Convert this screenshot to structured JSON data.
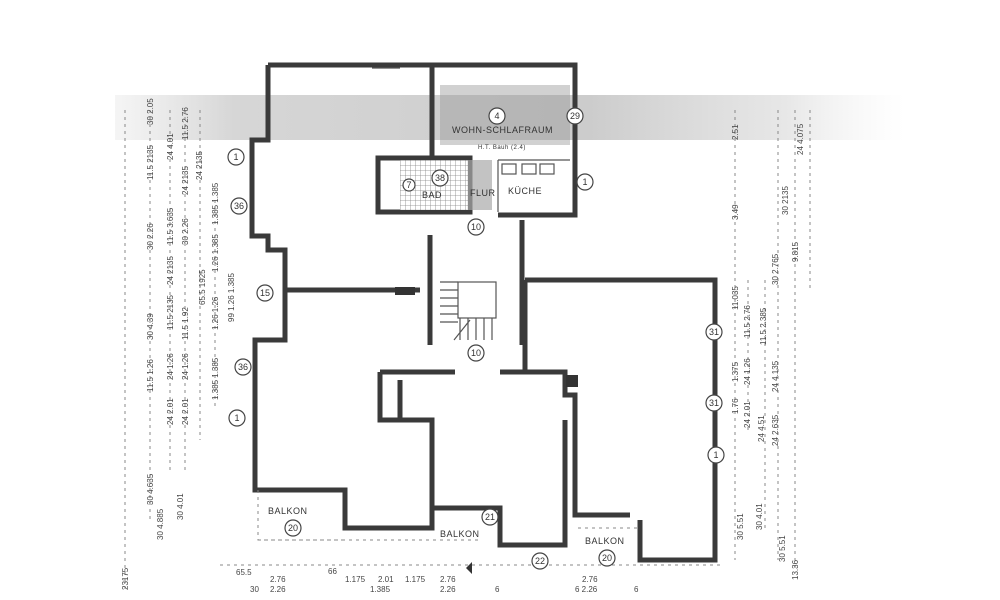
{
  "rooms": {
    "living_sleeping": "WOHN-SCHLAFRAUM",
    "bath": "BAD",
    "hall": "FLUR",
    "kitchen": "KÜCHE",
    "balcony_1": "BALKON",
    "balcony_2": "BALKON",
    "balcony_3": "BALKON",
    "note": "H.T. Bauh (2.4)"
  },
  "markers": [
    "1",
    "36",
    "15",
    "36",
    "1",
    "4",
    "29",
    "38",
    "1",
    "10",
    "10",
    "31",
    "31",
    "1",
    "20",
    "21",
    "22",
    "20",
    "7"
  ],
  "dims_left": [
    "23175",
    "30 4.635",
    "30 4.885",
    "30 4.01",
    "11.5 1.26",
    "24 2.01",
    "24 2.01",
    "30 2.26",
    "24 1.26",
    "24 1.26",
    "11.5 1.92",
    "30 4.39",
    "11.5 2135",
    "24 2135",
    "30 2.26",
    "11.5 3.635",
    "24 2135",
    "11.5 2135",
    "30 2.05",
    "24 4.01",
    "11.5 2.76",
    "24 2135",
    "1.385 1.385",
    "1.26 1.385",
    "99 1.26 1.385",
    "65.5 1925",
    "1.385 1.385",
    "1.26 1.26"
  ],
  "dims_right": [
    "2.51",
    "3.49",
    "24 4.075",
    "30 2135",
    "9.815",
    "30 2.765",
    "11.035",
    "11.5 2.76",
    "11.5 2.385",
    "1.375",
    "24 1.26",
    "24 4.135",
    "1.76",
    "24 2.01",
    "24 4.51",
    "24 2.635",
    "30 5.51",
    "30 4.01",
    "30 5.51",
    "13.36"
  ],
  "dims_bottom": [
    "65.5",
    "2.76",
    "30",
    "2.26",
    "66",
    "1.175",
    "2.01",
    "1.385",
    "1.175",
    "2.76",
    "2.26",
    "6",
    "2.76",
    "6 2.26",
    "6"
  ]
}
